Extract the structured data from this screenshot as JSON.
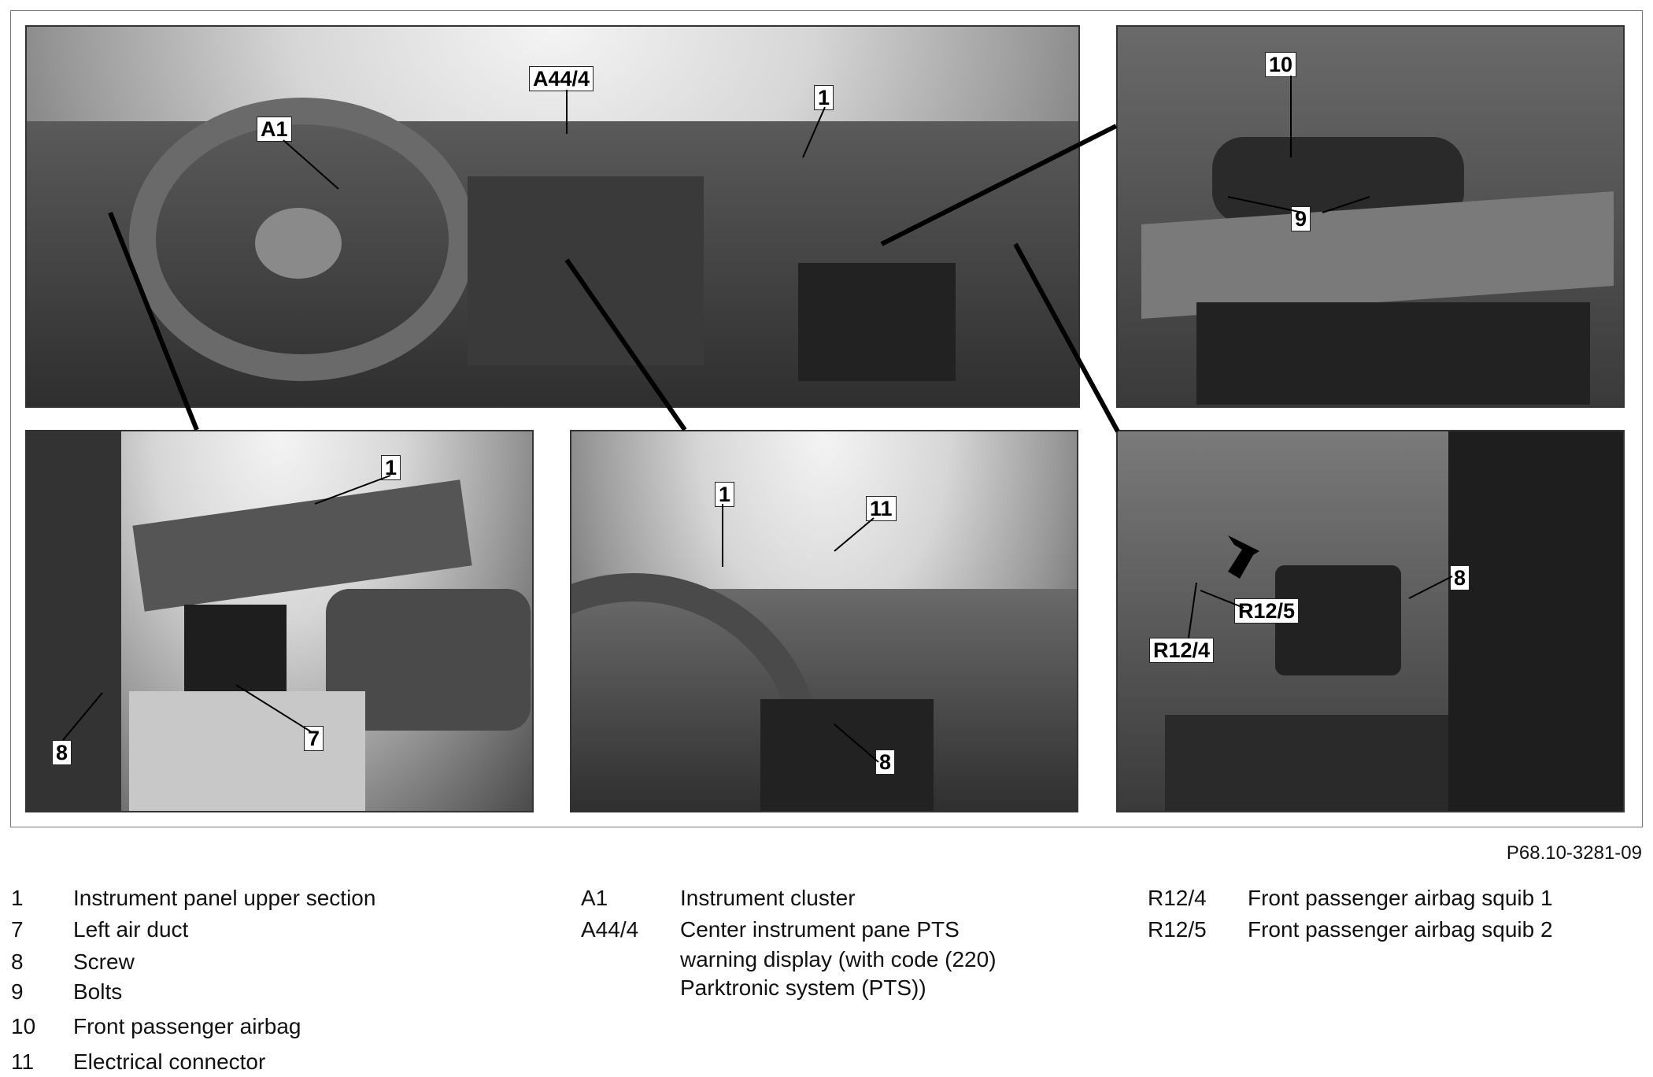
{
  "figure": {
    "reference": "P68.10-3281-09",
    "panels": [
      {
        "id": "overview",
        "callouts": [
          "A44/4",
          "1",
          "A1"
        ]
      },
      {
        "id": "airbag",
        "callouts": [
          "10",
          "9"
        ]
      },
      {
        "id": "left-duct",
        "callouts": [
          "1",
          "8",
          "7"
        ]
      },
      {
        "id": "center",
        "callouts": [
          "1",
          "11",
          "8"
        ]
      },
      {
        "id": "squib",
        "callouts": [
          "R12/5",
          "R12/4",
          "8"
        ]
      }
    ]
  },
  "legend": {
    "col1": [
      {
        "key": "1",
        "value": "Instrument panel upper section"
      },
      {
        "key": "7",
        "value": "Left air duct"
      },
      {
        "key": "8",
        "value": "Screw"
      },
      {
        "key": "9",
        "value": "Bolts"
      },
      {
        "key": "10",
        "value": "Front passenger airbag"
      },
      {
        "key": "11",
        "value": "Electrical connector"
      }
    ],
    "col2": [
      {
        "key": "A1",
        "value": "Instrument cluster"
      },
      {
        "key": "A44/4",
        "value": "Center instrument pane PTS",
        "value2": "warning display (with code (220)",
        "value3": "Parktronic system (PTS))"
      }
    ],
    "col3": [
      {
        "key": "R12/4",
        "value": "Front passenger airbag squib 1"
      },
      {
        "key": "R12/5",
        "value": "Front passenger airbag squib 2"
      }
    ]
  }
}
